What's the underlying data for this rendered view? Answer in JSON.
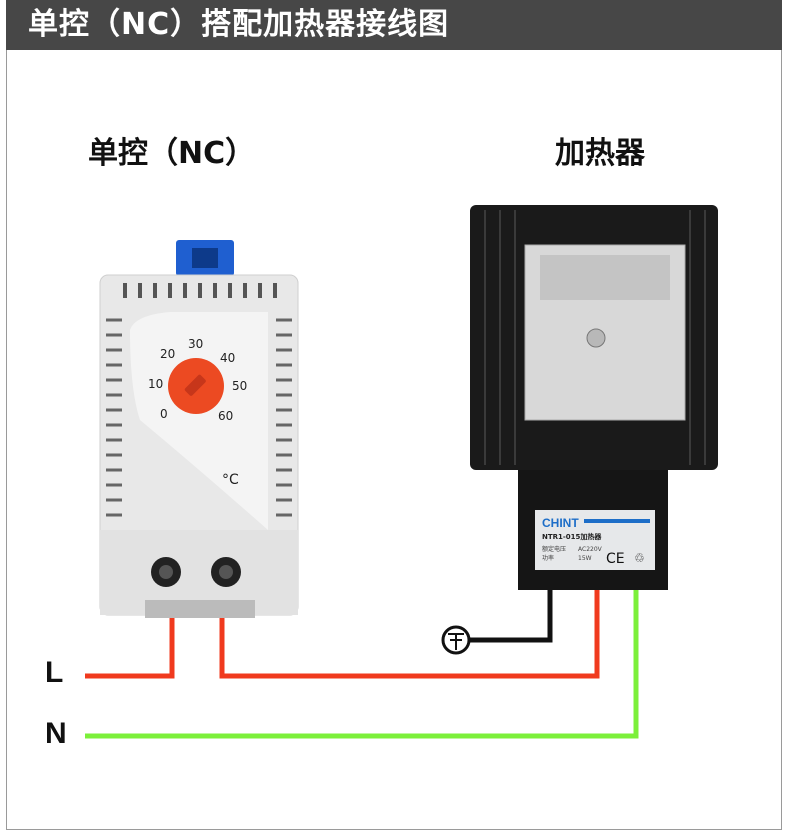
{
  "header": {
    "title": "单控（NC）搭配加热器接线图"
  },
  "thermostat": {
    "title": "单控（NC）",
    "dial_scale": [
      "0",
      "10",
      "20",
      "30",
      "40",
      "50",
      "60"
    ],
    "unit": "°C"
  },
  "heater": {
    "title": "加热器",
    "brand": "CHINT",
    "model": "NTR1-015加热器",
    "voltage_label": "额定电压",
    "voltage": "AC220V",
    "power_label": "功率",
    "power": "15W",
    "ce_mark": "CE"
  },
  "wires": {
    "line_label": "L",
    "neutral_label": "N"
  },
  "colors": {
    "live": "#f03a1e",
    "neutral": "#7cf03a",
    "ground": "#111111",
    "header": "#474747",
    "knob": "#ec4a22",
    "clip": "#1f5fd0"
  }
}
